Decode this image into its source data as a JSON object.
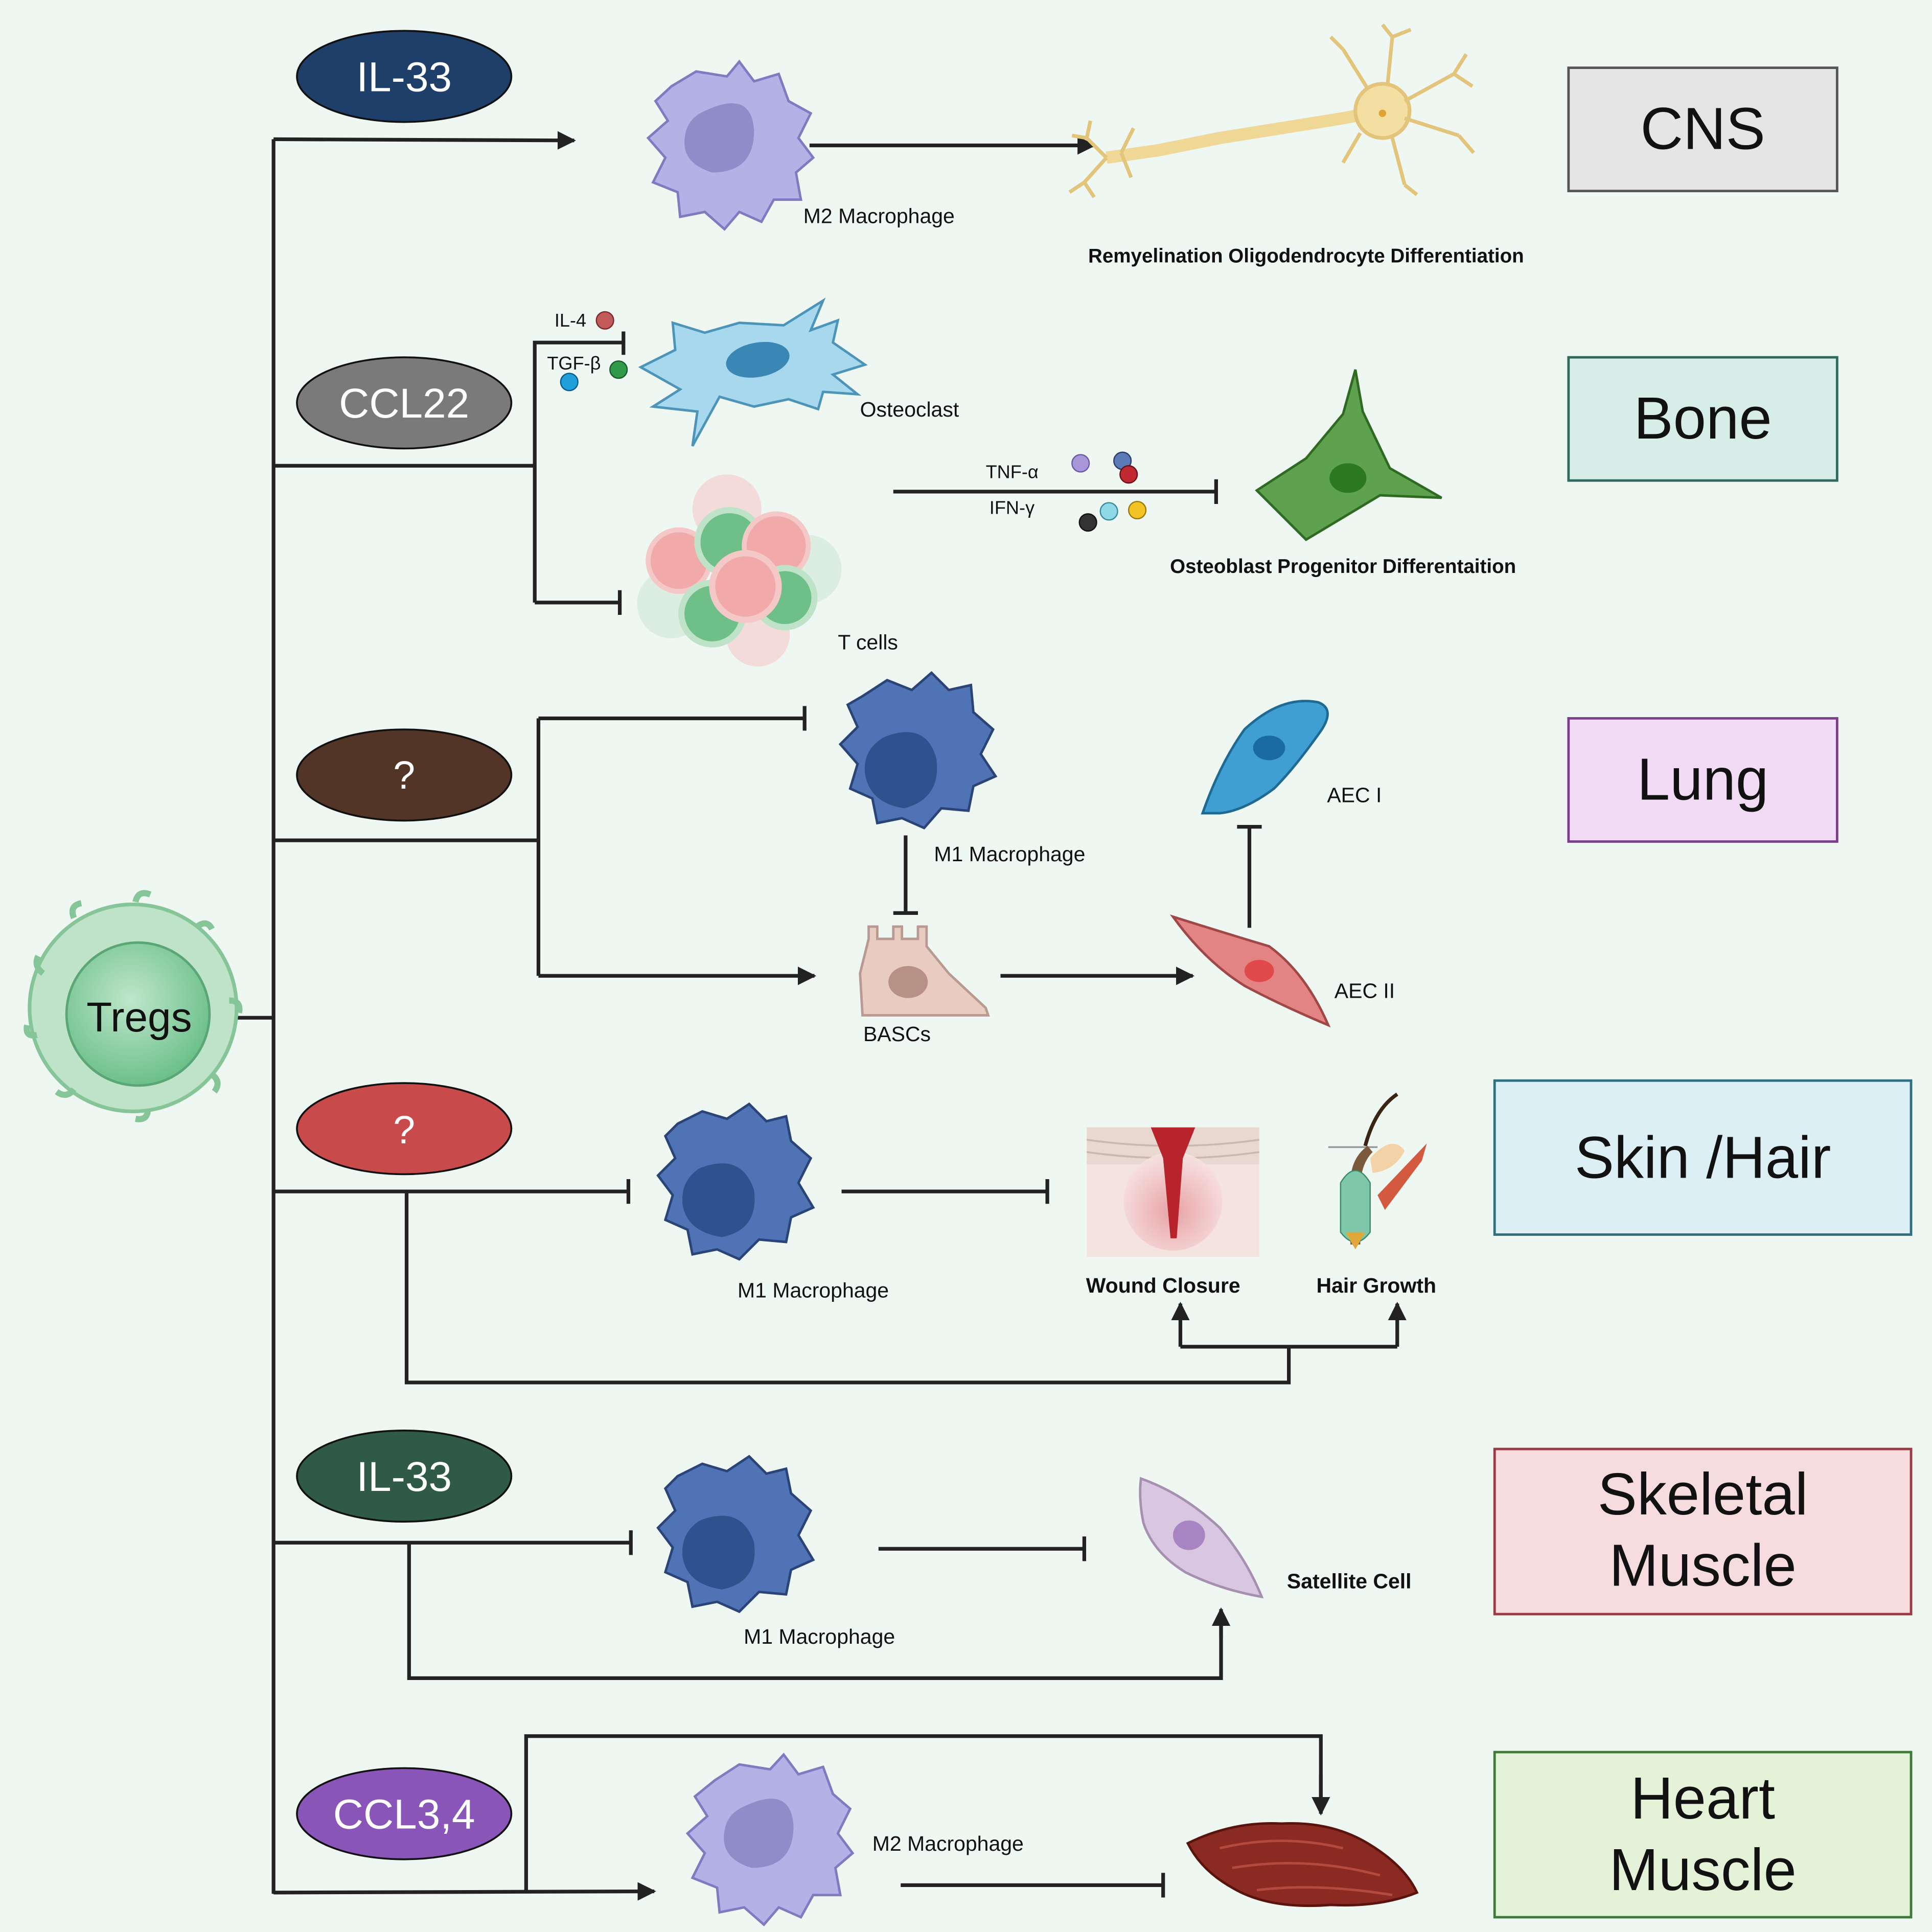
{
  "center": {
    "label": "Tregs"
  },
  "signals": {
    "cns": "IL-33",
    "bone": "CCL22",
    "lung": "?",
    "skin": "?",
    "skeletal": "IL-33",
    "heart": "CCL3,4"
  },
  "tissues": {
    "cns": "CNS",
    "bone": "Bone",
    "lung": "Lung",
    "skin": "Skin /Hair",
    "skeletal_line1": "Skeletal",
    "skeletal_line2": "Muscle",
    "heart_line1": "Heart",
    "heart_line2": "Muscle"
  },
  "cells": {
    "m2_cns": "M2 Macrophage",
    "osteoclast": "Osteoclast",
    "tcells": "T cells",
    "m1_lung": "M1 Macrophage",
    "bascs": "BASCs",
    "aec1": "AEC I",
    "aec2": "AEC II",
    "m1_skin": "M1 Macrophage",
    "m1_skeletal": "M1 Macrophage",
    "satellite": "Satellite Cell",
    "m2_heart": "M2 Macrophage"
  },
  "outcomes": {
    "cns": "Remyelination Oligodendrocyte Differentiation",
    "bone": "Osteoblast Progenitor Differentaition",
    "wound": "Wound Closure",
    "hair": "Hair Growth"
  },
  "cytokines": {
    "il4": "IL-4",
    "tgfb": "TGF-β",
    "tnfa": "TNF-α",
    "ifng": "IFN-γ"
  },
  "colors": {
    "background": "#eff7f3",
    "cns_signal": "#1f3f6b",
    "bone_signal": "#7a7a7a",
    "lung_signal": "#523526",
    "skin_signal": "#c94a4a",
    "skeletal_signal": "#2f5a47",
    "heart_signal": "#8a55b8",
    "cns_box": "#e5e5e5",
    "bone_box": "#d6ede8",
    "lung_box": "#f2dcf5",
    "skin_box": "#dbeff5",
    "skeletal_box": "#f6dcdf",
    "heart_box": "#e4f3d8"
  }
}
